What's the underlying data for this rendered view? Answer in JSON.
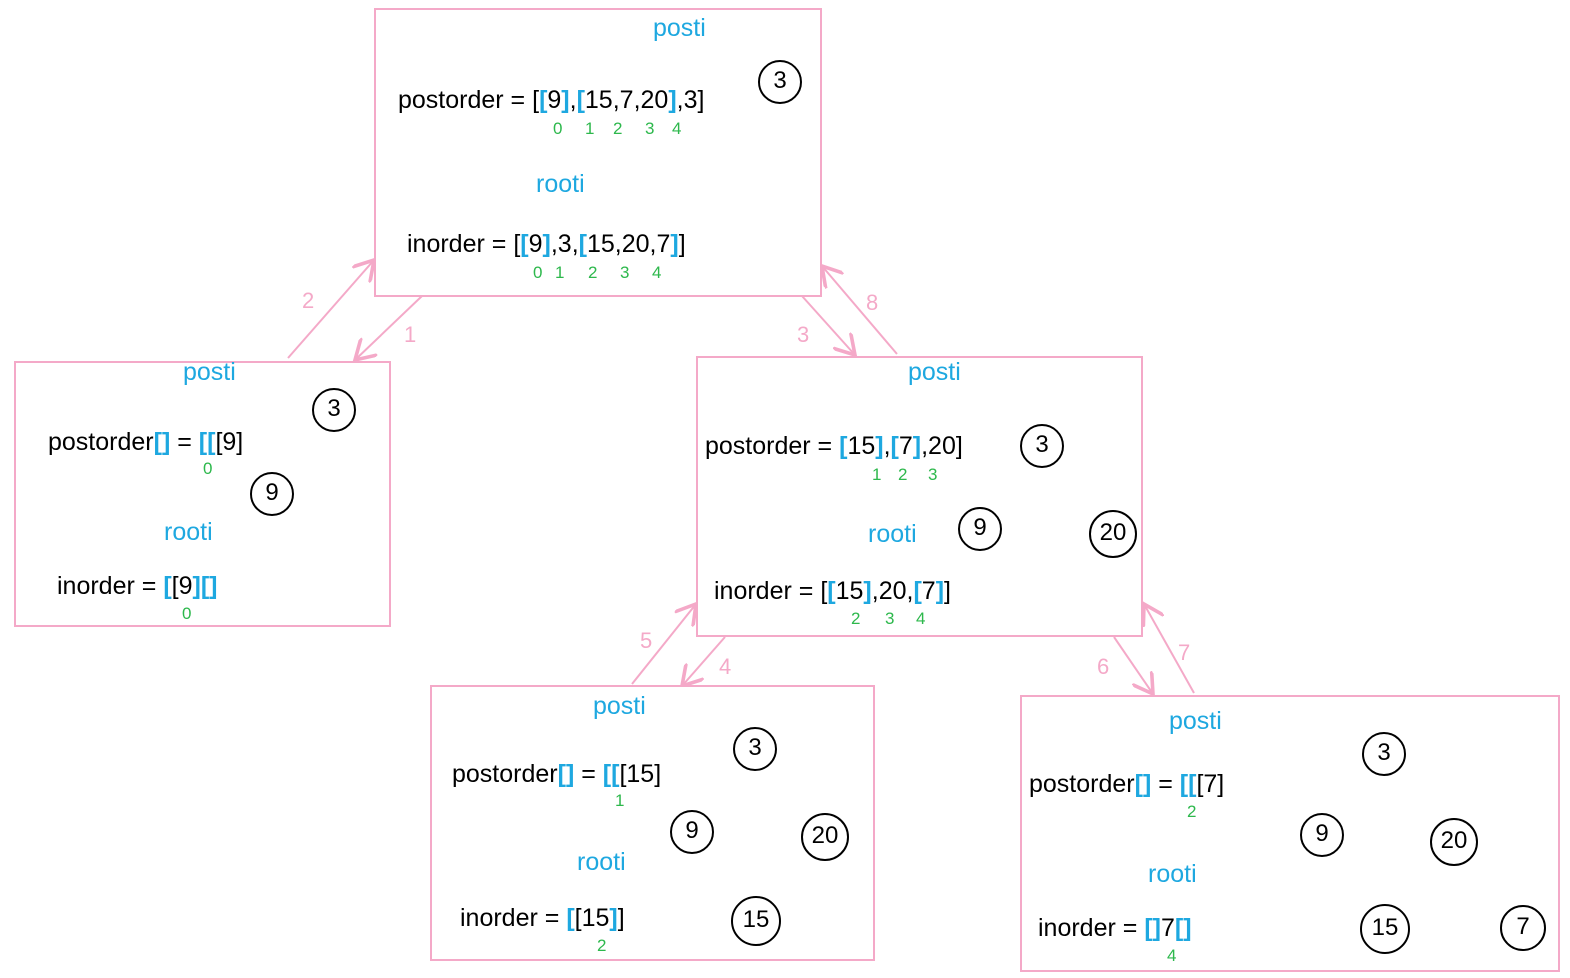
{
  "colors": {
    "frame": "#f4a9c8",
    "pointer": "#1ea8e0",
    "index": "#2db84c",
    "text": "#000000"
  },
  "panels": {
    "top": {
      "posti": "posti",
      "rooti": "rooti",
      "post_label": "postorder = ",
      "post_values": [
        "9",
        "15",
        "7",
        "20",
        "3"
      ],
      "post_index": [
        "0",
        "1",
        "2",
        "3",
        "4"
      ],
      "in_label": "inorder = ",
      "in_values": [
        "9",
        "3",
        "15",
        "20",
        "7"
      ],
      "in_index": [
        "0",
        "1",
        "2",
        "3",
        "4"
      ],
      "tree": [
        "3"
      ]
    },
    "left": {
      "posti": "posti",
      "rooti": "rooti",
      "post_label": "postorder",
      "post_value": "9",
      "post_index": "0",
      "in_label": "inorder = ",
      "in_value": "9",
      "in_index": "0",
      "tree": [
        "3",
        "9"
      ]
    },
    "middle": {
      "posti": "posti",
      "rooti": "rooti",
      "post_label": "postorder = ",
      "post_values": [
        "15",
        "7",
        "20"
      ],
      "post_index": [
        "1",
        "2",
        "3"
      ],
      "in_label": "inorder = ",
      "in_values": [
        "15",
        "20",
        "7"
      ],
      "in_index": [
        "2",
        "3",
        "4"
      ],
      "tree": [
        "3",
        "9",
        "20"
      ]
    },
    "bottom_left": {
      "posti": "posti",
      "rooti": "rooti",
      "post_label": "postorder",
      "post_value": "15",
      "post_index": "1",
      "in_label": "inorder = ",
      "in_value": "15",
      "in_index": "2",
      "tree": [
        "3",
        "9",
        "20",
        "15"
      ]
    },
    "bottom_right": {
      "posti": "posti",
      "rooti": "rooti",
      "post_label": "postorder",
      "post_value": "7",
      "post_index": "2",
      "in_label": "inorder = ",
      "in_value": "7",
      "in_index": "4",
      "tree": [
        "3",
        "9",
        "20",
        "15",
        "7"
      ]
    }
  },
  "steps": [
    "1",
    "2",
    "3",
    "8",
    "4",
    "5",
    "6",
    "7"
  ]
}
